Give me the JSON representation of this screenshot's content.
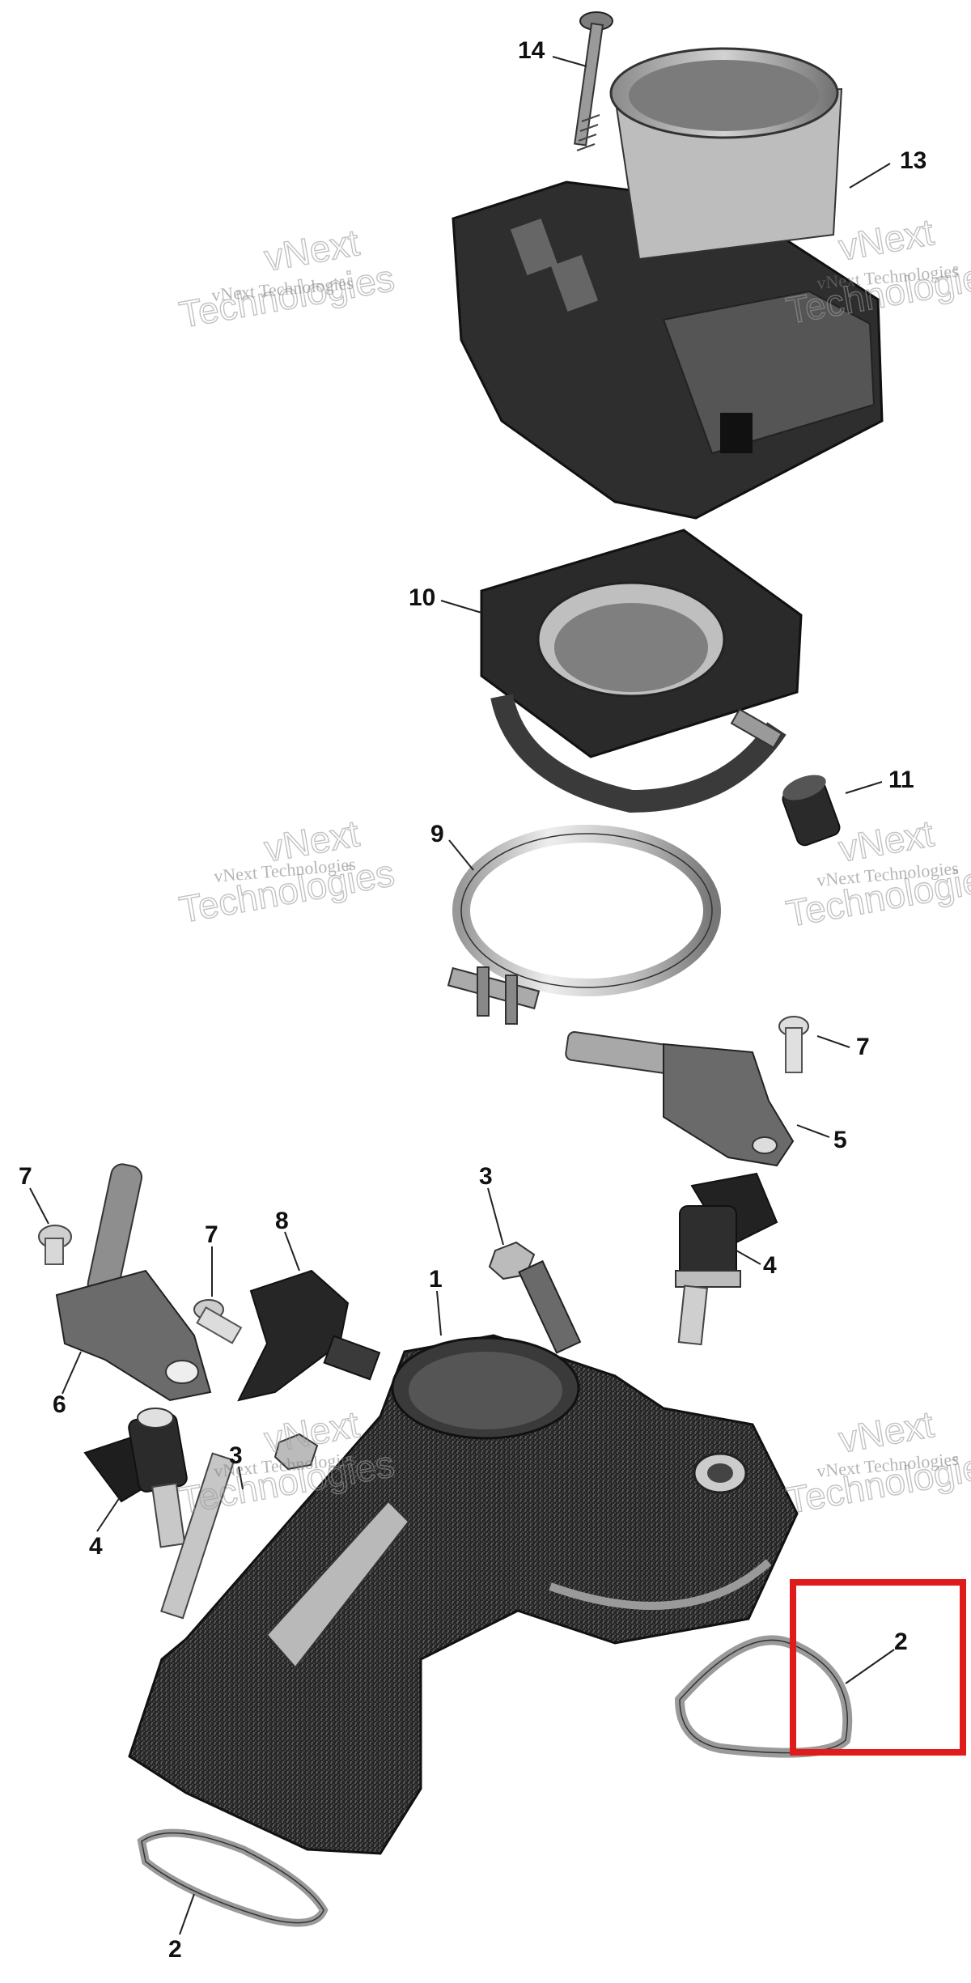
{
  "callouts": [
    {
      "id": "14",
      "label": "14"
    },
    {
      "id": "13",
      "label": "13"
    },
    {
      "id": "10",
      "label": "10"
    },
    {
      "id": "11",
      "label": "11"
    },
    {
      "id": "9",
      "label": "9"
    },
    {
      "id": "7a",
      "label": "7"
    },
    {
      "id": "5",
      "label": "5"
    },
    {
      "id": "7b",
      "label": "7"
    },
    {
      "id": "3a",
      "label": "3"
    },
    {
      "id": "7c",
      "label": "7"
    },
    {
      "id": "8",
      "label": "8"
    },
    {
      "id": "4a",
      "label": "4"
    },
    {
      "id": "1",
      "label": "1"
    },
    {
      "id": "6",
      "label": "6"
    },
    {
      "id": "3b",
      "label": "3"
    },
    {
      "id": "4b",
      "label": "4"
    },
    {
      "id": "2a",
      "label": "2"
    },
    {
      "id": "2b",
      "label": "2"
    }
  ],
  "watermark": {
    "brand_line1": "vNext",
    "brand_line2": "Technologies",
    "small_text": "vNext Technologies"
  },
  "highlight": {
    "color": "#e01b1b",
    "target_callout": "2"
  },
  "colors": {
    "part_dark": "#2b2b2b",
    "part_mid": "#6a6a6a",
    "part_light": "#b9b9b9"
  }
}
